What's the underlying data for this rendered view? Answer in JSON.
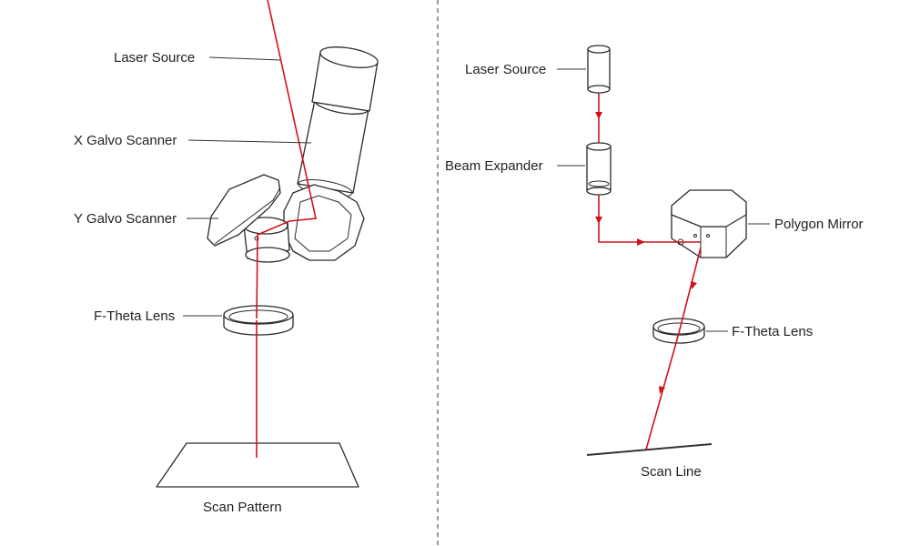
{
  "colors": {
    "beam": "#d0121b",
    "outline": "#2a2a2a",
    "text": "#222222"
  },
  "left_diagram": {
    "labels": {
      "laser_source": "Laser Source",
      "x_galvo": "X Galvo Scanner",
      "y_galvo": "Y Galvo Scanner",
      "f_theta": "F-Theta Lens",
      "scan_pattern": "Scan Pattern"
    }
  },
  "right_diagram": {
    "labels": {
      "laser_source": "Laser Source",
      "beam_expander": "Beam Expander",
      "polygon_mirror": "Polygon Mirror",
      "f_theta": "F-Theta Lens",
      "scan_line": "Scan Line"
    }
  }
}
